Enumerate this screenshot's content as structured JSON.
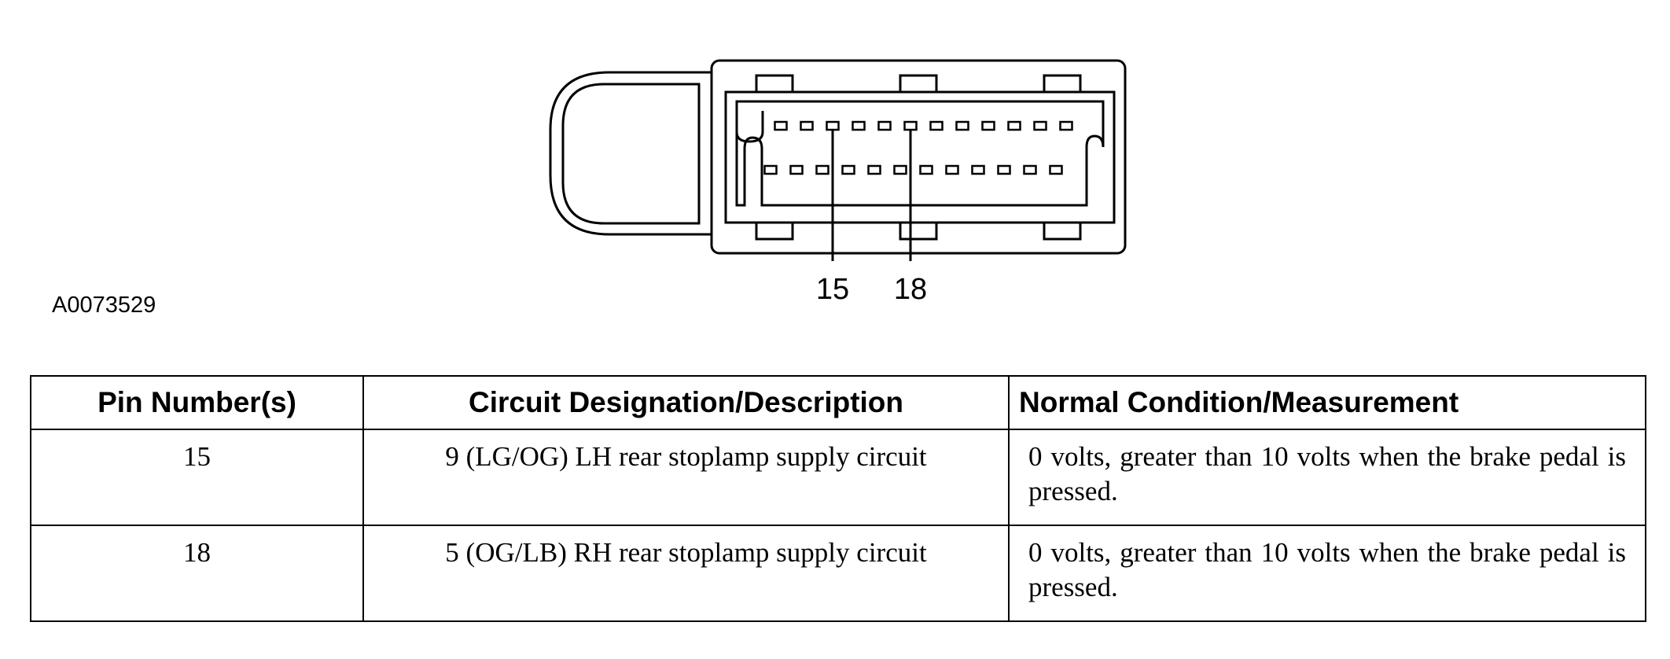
{
  "figure": {
    "id": "A0073529",
    "callouts": [
      {
        "label": "15",
        "row": 0,
        "pin_index": 2
      },
      {
        "label": "18",
        "row": 0,
        "pin_index": 5
      }
    ],
    "pins_per_row": [
      12,
      12
    ]
  },
  "table": {
    "headers": [
      "Pin Number(s)",
      "Circuit Designation/Description",
      "Normal Condition/Measurement"
    ],
    "rows": [
      {
        "pin": "15",
        "circuit": "9 (LG/OG) LH rear stoplamp supply circuit",
        "measurement": "0 volts, greater than 10 volts when the brake pedal is pressed."
      },
      {
        "pin": "18",
        "circuit": "5 (OG/LB) RH rear stoplamp supply circuit",
        "measurement": "0 volts, greater than 10 volts when the brake pedal is pressed."
      }
    ]
  }
}
